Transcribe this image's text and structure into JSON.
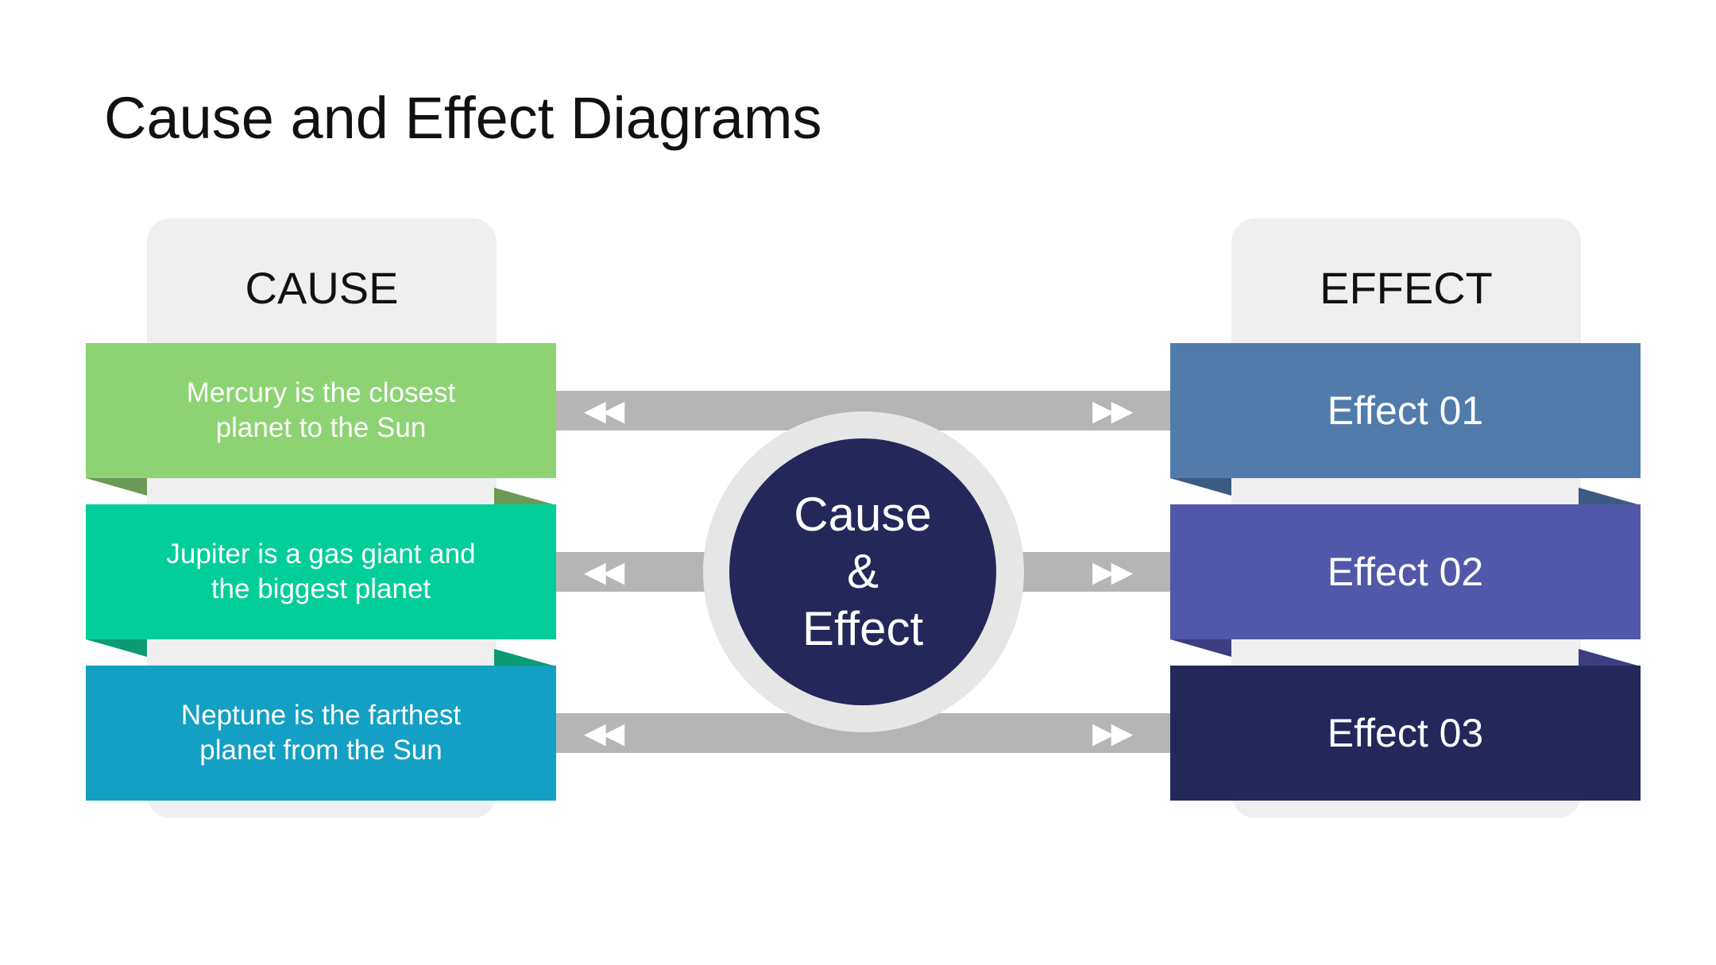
{
  "title": "Cause and Effect Diagrams",
  "cause": {
    "heading": "CAUSE",
    "items": [
      {
        "line1": "Mercury is the closest",
        "line2": "planet to the Sun",
        "color": "#8dd373",
        "fold_color": "#6a9a55"
      },
      {
        "line1": "Jupiter is a gas giant and",
        "line2": "the biggest planet",
        "color": "#02ce99",
        "fold_color": "#0b9c76"
      },
      {
        "line1": "Neptune is the farthest",
        "line2": "planet from the Sun",
        "color": "#14a0c4",
        "fold_color": "#0f7e9b"
      }
    ]
  },
  "effect": {
    "heading": "EFFECT",
    "items": [
      {
        "label": "Effect 01",
        "color": "#517bab",
        "fold_color": "#3b5b80"
      },
      {
        "label": "Effect 02",
        "color": "#5158aa",
        "fold_color": "#3b3f80"
      },
      {
        "label": "Effect 03",
        "color": "#24275a",
        "fold_color": "#181a3d"
      }
    ]
  },
  "center": {
    "line1": "Cause",
    "line2": "&",
    "line3": "Effect"
  },
  "connectors": {
    "left_arrows": "◀◀",
    "right_arrows": "▶▶"
  }
}
